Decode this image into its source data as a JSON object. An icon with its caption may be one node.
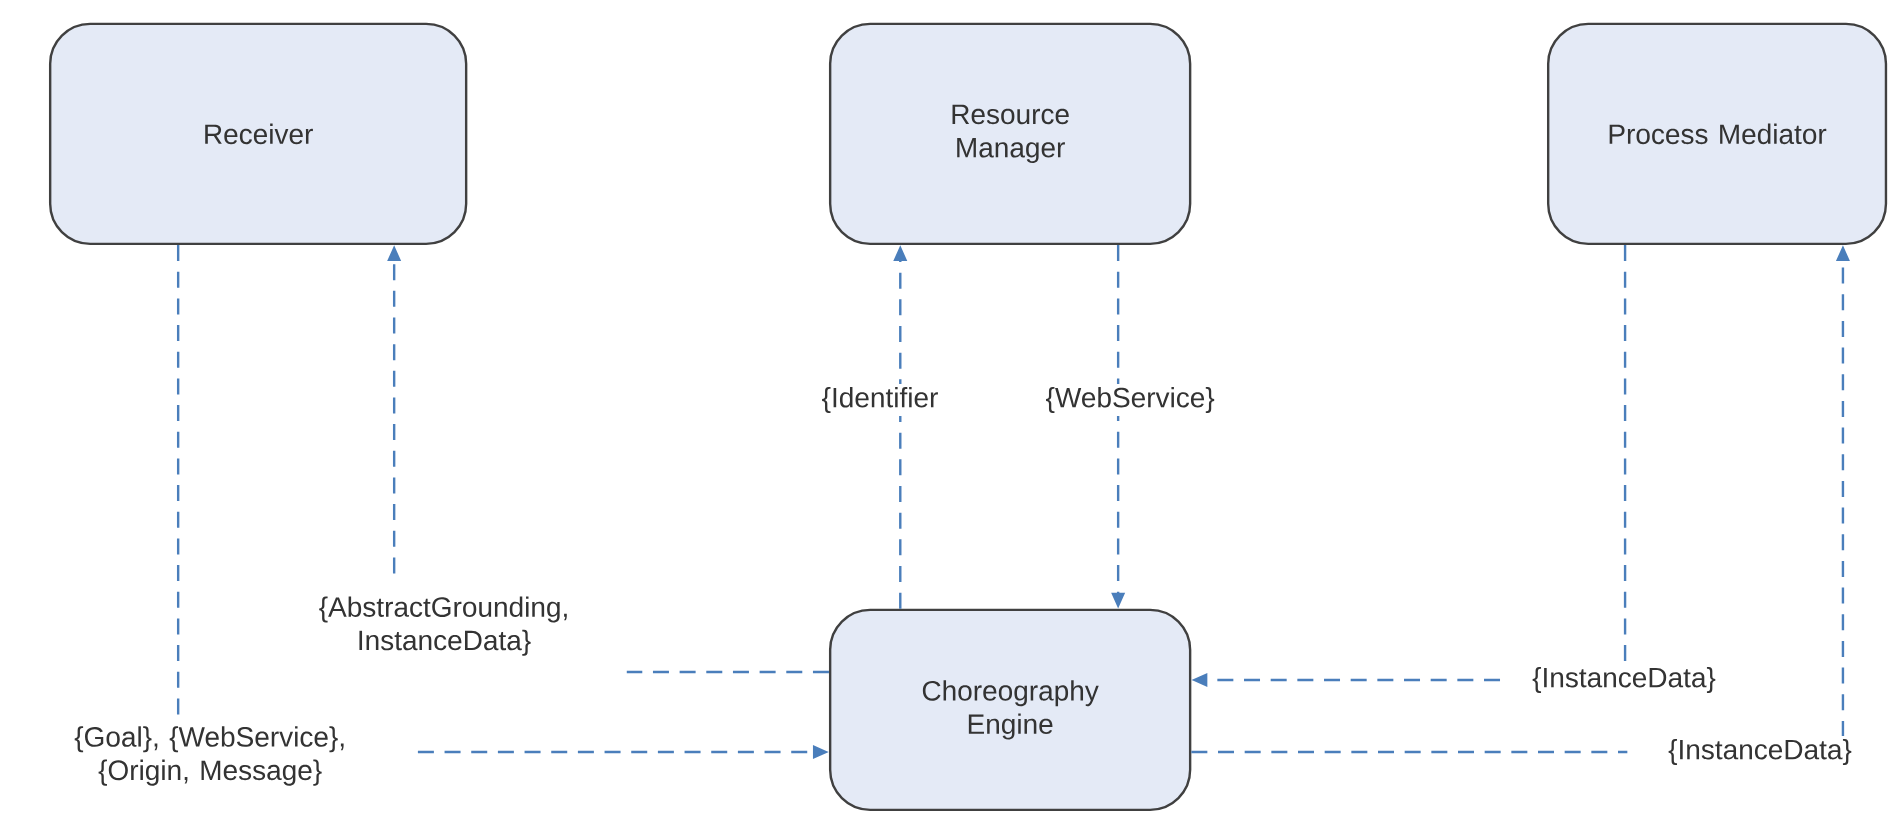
{
  "diagram": {
    "nodes": [
      {
        "text": [
          "Receiver"
        ]
      },
      {
        "text": [
          "Resource Manager"
        ]
      },
      {
        "text": [
          "Process Mediator"
        ]
      },
      {
        "text": [
          "Choreography Engine"
        ]
      }
    ],
    "edges": [
      {
        "from": 0,
        "to": 3,
        "arrow": "to",
        "label": "{Goal}, {WebService}, {Origin, Message}",
        "style": "dashed"
      },
      {
        "from": 3,
        "to": 0,
        "arrow": "to",
        "label": "{AbstractGrounding, InstanceData}",
        "style": "dashed"
      },
      {
        "from": 3,
        "to": 1,
        "arrow": "to",
        "label": "{Identifier",
        "style": "dashed"
      },
      {
        "from": 1,
        "to": 3,
        "arrow": "to",
        "label": "{WebService}",
        "style": "dashed"
      },
      {
        "from": 2,
        "to": 3,
        "arrow": "to",
        "label": "{InstanceData}",
        "style": "dashed"
      },
      {
        "from": 3,
        "to": 2,
        "arrow": "to",
        "label": "{InstanceData}",
        "style": "dashed"
      }
    ]
  }
}
